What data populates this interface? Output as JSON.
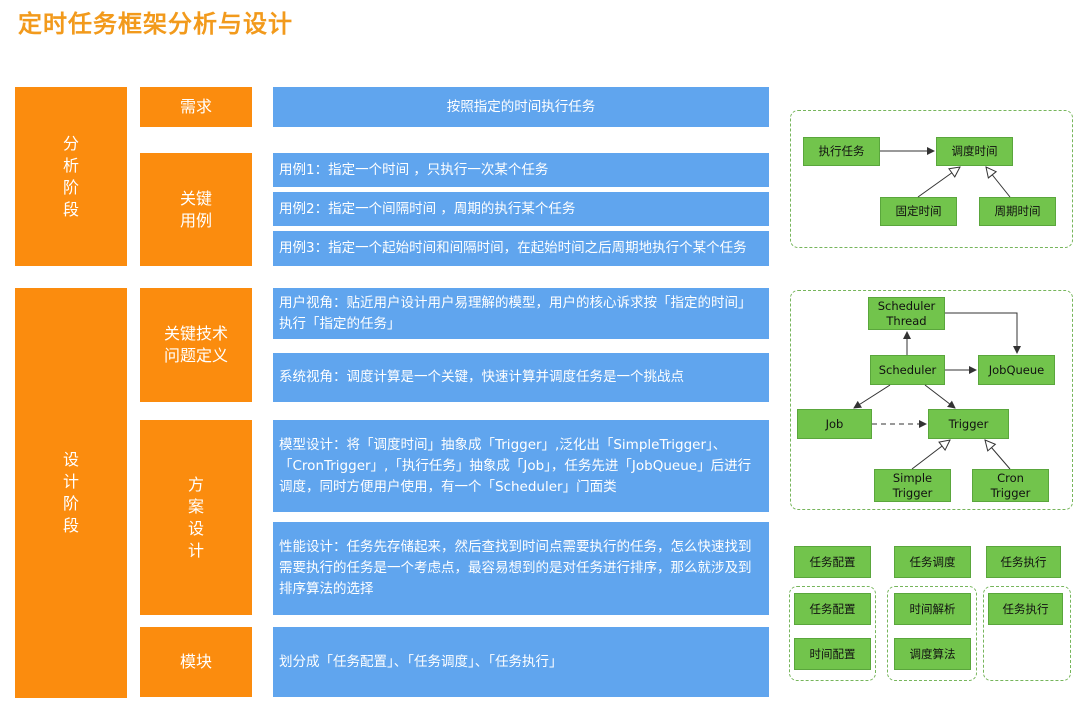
{
  "title": "定时任务框架分析与设计",
  "phases": {
    "analysis": "分析阶段",
    "design": "设计阶段"
  },
  "topics": {
    "requirement": "需求",
    "key_use_cases": "关键用例",
    "key_tech": "关键技术问题定义",
    "scheme": "方案设计",
    "module": "模块"
  },
  "content": {
    "requirement": "按照指定的时间执行任务",
    "use_case_1": "用例1：指定一个时间 ，只执行一次某个任务",
    "use_case_2": "用例2：指定一个间隔时间 ，周期的执行某个任务",
    "use_case_3": "用例3：指定一个起始时间和间隔时间，在起始时间之后周期地执行个某个任务",
    "user_view": "用户视角：贴近用户设计用户易理解的模型，用户的核心诉求按「指定的时间」执行「指定的任务」",
    "system_view": "系统视角：调度计算是一个关键，快速计算并调度任务是一个挑战点",
    "model_design": "模型设计：将「调度时间」抽象成「Trigger」,泛化出「SimpleTrigger」、「CronTrigger」,「执行任务」抽象成「Job」，任务先进「JobQueue」后进行调度，同时方便用户使用，有一个「Scheduler」门面类",
    "perf_design": "性能设计：任务先存储起来，然后查找到时间点需要执行的任务，怎么快速找到需要执行的任务是一个考虑点，最容易想到的是对任务进行排序，那么就涉及到排序算法的选择",
    "module_split": "划分成「任务配置」、「任务调度」、「任务执行」"
  },
  "diagram1": {
    "exec_task": "执行任务",
    "schedule_time": "调度时间",
    "fixed_time": "固定时间",
    "periodic_time": "周期时间"
  },
  "diagram2": {
    "scheduler_thread": "Scheduler Thread",
    "scheduler": "Scheduler",
    "job_queue": "JobQueue",
    "job": "Job",
    "trigger": "Trigger",
    "simple_trigger": "Simple Trigger",
    "cron_trigger": "Cron Trigger"
  },
  "modules": {
    "config": "任务配置",
    "schedule": "任务调度",
    "execute": "任务执行",
    "config_sub": "任务配置",
    "time_config": "时间配置",
    "time_parse": "时间解析",
    "schedule_algo": "调度算法",
    "execute_sub": "任务执行"
  },
  "colors": {
    "title": "#f29a1c",
    "phase_orange": "#fb8c0e",
    "content_blue": "#60a5ee",
    "node_green": "#72c44c",
    "dash_green": "#76b55b"
  }
}
